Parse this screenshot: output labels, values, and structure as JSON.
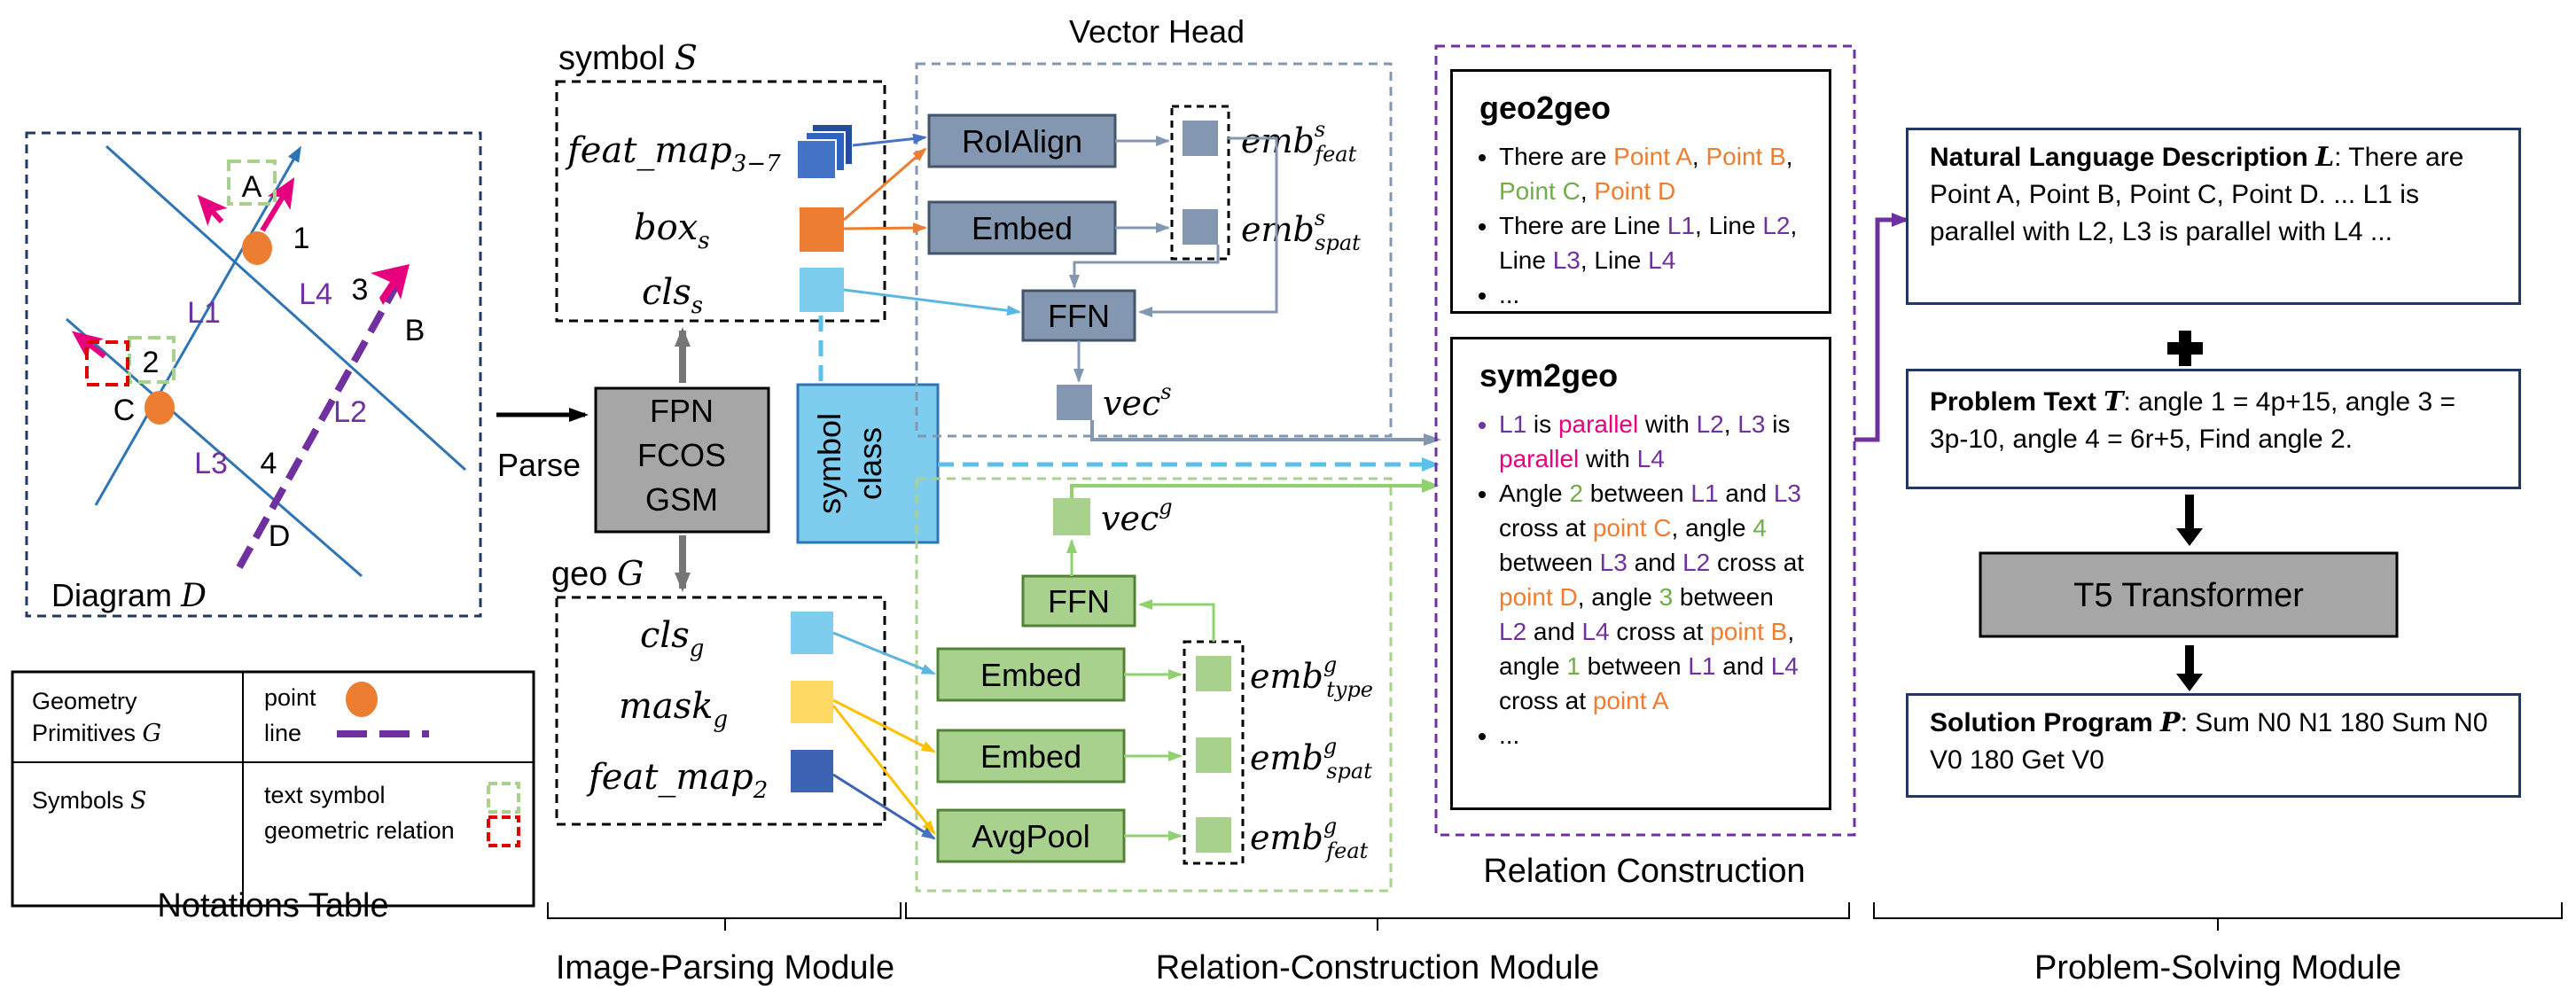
{
  "colors": {
    "blue": "#4472c4",
    "orange": "#ed7d31",
    "slate": "#8497b0",
    "slate_dark": "#44546a",
    "green": "#a9d18e",
    "green_dark": "#548235",
    "light_blue": "#7fcdee",
    "yellow": "#ffd966",
    "gray": "#a6a6a6",
    "purple": "#7030a0",
    "magenta": "#e6007e",
    "dashed_red": "#e00000"
  },
  "diagram": {
    "title_word": "Diagram",
    "title_var": "D",
    "points": {
      "a": "A",
      "b": "B",
      "c": "C",
      "d": "D"
    },
    "lines": {
      "l1": "L1",
      "l2": "L2",
      "l3": "L3",
      "l4": "L4"
    },
    "angles": {
      "n1": "1",
      "n2": "2",
      "n3": "3",
      "n4": "4"
    }
  },
  "parse_label": "Parse",
  "notations": {
    "title": "Notations Table",
    "row1_label_l1": "Geometry",
    "row1_label_l2": "Primitives ",
    "row1_var": "G",
    "point": "point",
    "line": "line",
    "row2_label": "Symbols ",
    "row2_var": "S",
    "text_symbol": "text symbol",
    "geo_relation": "geometric relation"
  },
  "image_parsing": {
    "symbol_title": "symbol ",
    "symbol_var": "S",
    "geo_title": "geo ",
    "geo_var": "G",
    "feat_map_s": "feat_map",
    "feat_map_s_sub": "3−7",
    "box_s": "box",
    "box_s_sub": "s",
    "cls_s": "cls",
    "cls_s_sub": "s",
    "backbone": [
      "FPN",
      "FCOS",
      "GSM"
    ],
    "symbol_class": [
      "symbol",
      "class"
    ],
    "cls_g": "cls",
    "cls_g_sub": "g",
    "mask_g": "mask",
    "mask_g_sub": "g",
    "feat_map_g": "feat_map",
    "feat_map_g_sub": "2"
  },
  "vector_head": {
    "title": "Vector Head",
    "roialign": "RoIAlign",
    "embed": "Embed",
    "ffn": "FFN",
    "emb_s_feat": "emb",
    "emb_s_feat_sup": "s",
    "emb_s_feat_sub": "feat",
    "emb_s_spat": "emb",
    "emb_s_spat_sup": "s",
    "emb_s_spat_sub": "spat",
    "vec_s": "vec",
    "vec_s_sup": "s"
  },
  "geo_head": {
    "embed1": "Embed",
    "embed2": "Embed",
    "avgpool": "AvgPool",
    "ffn": "FFN",
    "vec_g": "vec",
    "vec_g_sup": "g",
    "emb_g_type": "emb",
    "emb_g_type_sup": "g",
    "emb_g_type_sub": "type",
    "emb_g_spat": "emb",
    "emb_g_spat_sup": "g",
    "emb_g_spat_sub": "spat",
    "emb_g_feat": "emb",
    "emb_g_feat_sup": "g",
    "emb_g_feat_sub": "feat"
  },
  "relation": {
    "caption": "Relation Construction",
    "geo2geo_title": "geo2geo",
    "geo2geo_b1": [
      "There are ",
      "Point A",
      ", ",
      "Point B",
      ", ",
      "Point C",
      ", ",
      "Point D"
    ],
    "geo2geo_b2": [
      "There are Line ",
      "L1",
      ", Line ",
      "L2",
      ", Line ",
      "L3",
      ", Line ",
      "L4"
    ],
    "geo2geo_b3": "...",
    "sym2geo_title": "sym2geo",
    "sym2geo_b1": [
      "L1",
      " is ",
      "parallel",
      " with ",
      "L2",
      ", ",
      "L3",
      " is ",
      "parallel",
      " with ",
      "L4"
    ],
    "sym2geo_b2": [
      "Angle ",
      "2",
      " between ",
      "L1",
      " and ",
      "L3",
      " cross at ",
      "point C",
      ", angle ",
      "4",
      " between ",
      "L3",
      " and ",
      "L2",
      " cross at ",
      "point D",
      ", angle ",
      "3",
      " between ",
      "L2",
      " and ",
      "L4",
      " cross at ",
      "point B",
      ", angle ",
      "1",
      " between ",
      "L1",
      " and ",
      "L4",
      " cross at ",
      "point A"
    ],
    "sym2geo_b3": "..."
  },
  "problem_solving": {
    "nl_title": "Natural Language Description ",
    "nl_var": "L",
    "nl_text": ": There are Point A, Point B, Point C, Point D. ... L1 is parallel with L2, L3 is parallel with L4 ...",
    "pt_title": "Problem Text ",
    "pt_var": "T",
    "pt_text": ": angle 1 = 4p+15, angle 3 = 3p-10, angle 4 = 6r+5, Find angle 2.",
    "t5": "T5 Transformer",
    "sp_title": "Solution Program ",
    "sp_var": "P",
    "sp_text": ": Sum N0 N1 180 Sum N0 V0 180 Get V0"
  },
  "modules": {
    "image_parsing": "Image-Parsing Module",
    "relation_construction": "Relation-Construction Module",
    "problem_solving": "Problem-Solving Module"
  }
}
